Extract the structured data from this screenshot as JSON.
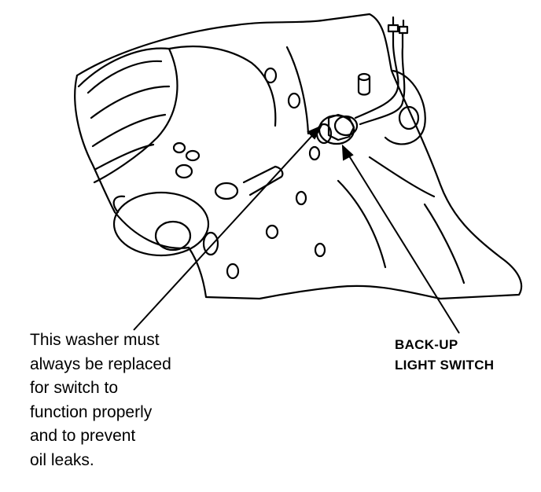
{
  "figure": {
    "subject": "transmission case with back-up light switch and washer",
    "line_color": "#000000",
    "background": "#ffffff"
  },
  "labels": {
    "washer_note": [
      "This washer must",
      "always be replaced",
      "for switch to",
      "function properly",
      "and to prevent",
      "oil leaks."
    ],
    "switch_label": [
      "BACK-UP",
      "LIGHT SWITCH"
    ]
  }
}
